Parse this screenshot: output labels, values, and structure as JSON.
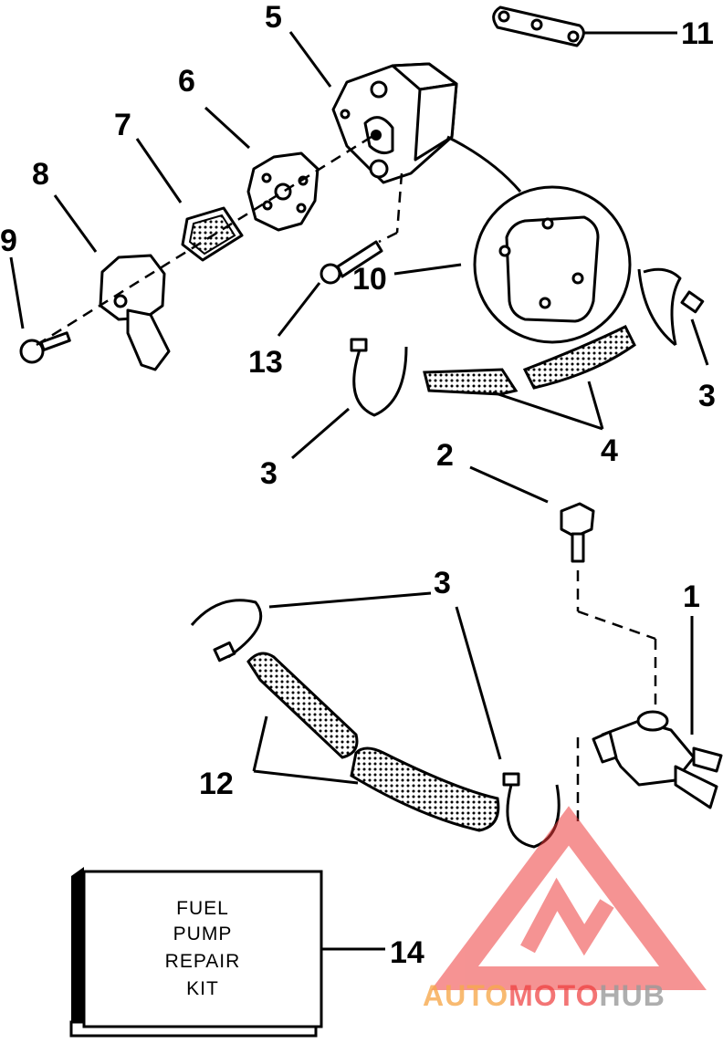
{
  "callouts": {
    "c1": "1",
    "c2": "2",
    "c3a": "3",
    "c3b": "3",
    "c3c": "3",
    "c4": "4",
    "c5": "5",
    "c6": "6",
    "c7": "7",
    "c8": "8",
    "c9": "9",
    "c10": "10",
    "c11": "11",
    "c12": "12",
    "c13": "13",
    "c14": "14"
  },
  "kit": {
    "line1": "FUEL",
    "line2": "PUMP",
    "line3": "REPAIR",
    "line4": "KIT"
  },
  "watermark": {
    "part1": "AUTO",
    "part2": "MOTO",
    "part3": "HUB"
  },
  "colors": {
    "ink": "#000000",
    "watermark_red": "#ee3b3b",
    "watermark_orange": "#f6a94e",
    "watermark_gray": "#9a9a9a"
  }
}
